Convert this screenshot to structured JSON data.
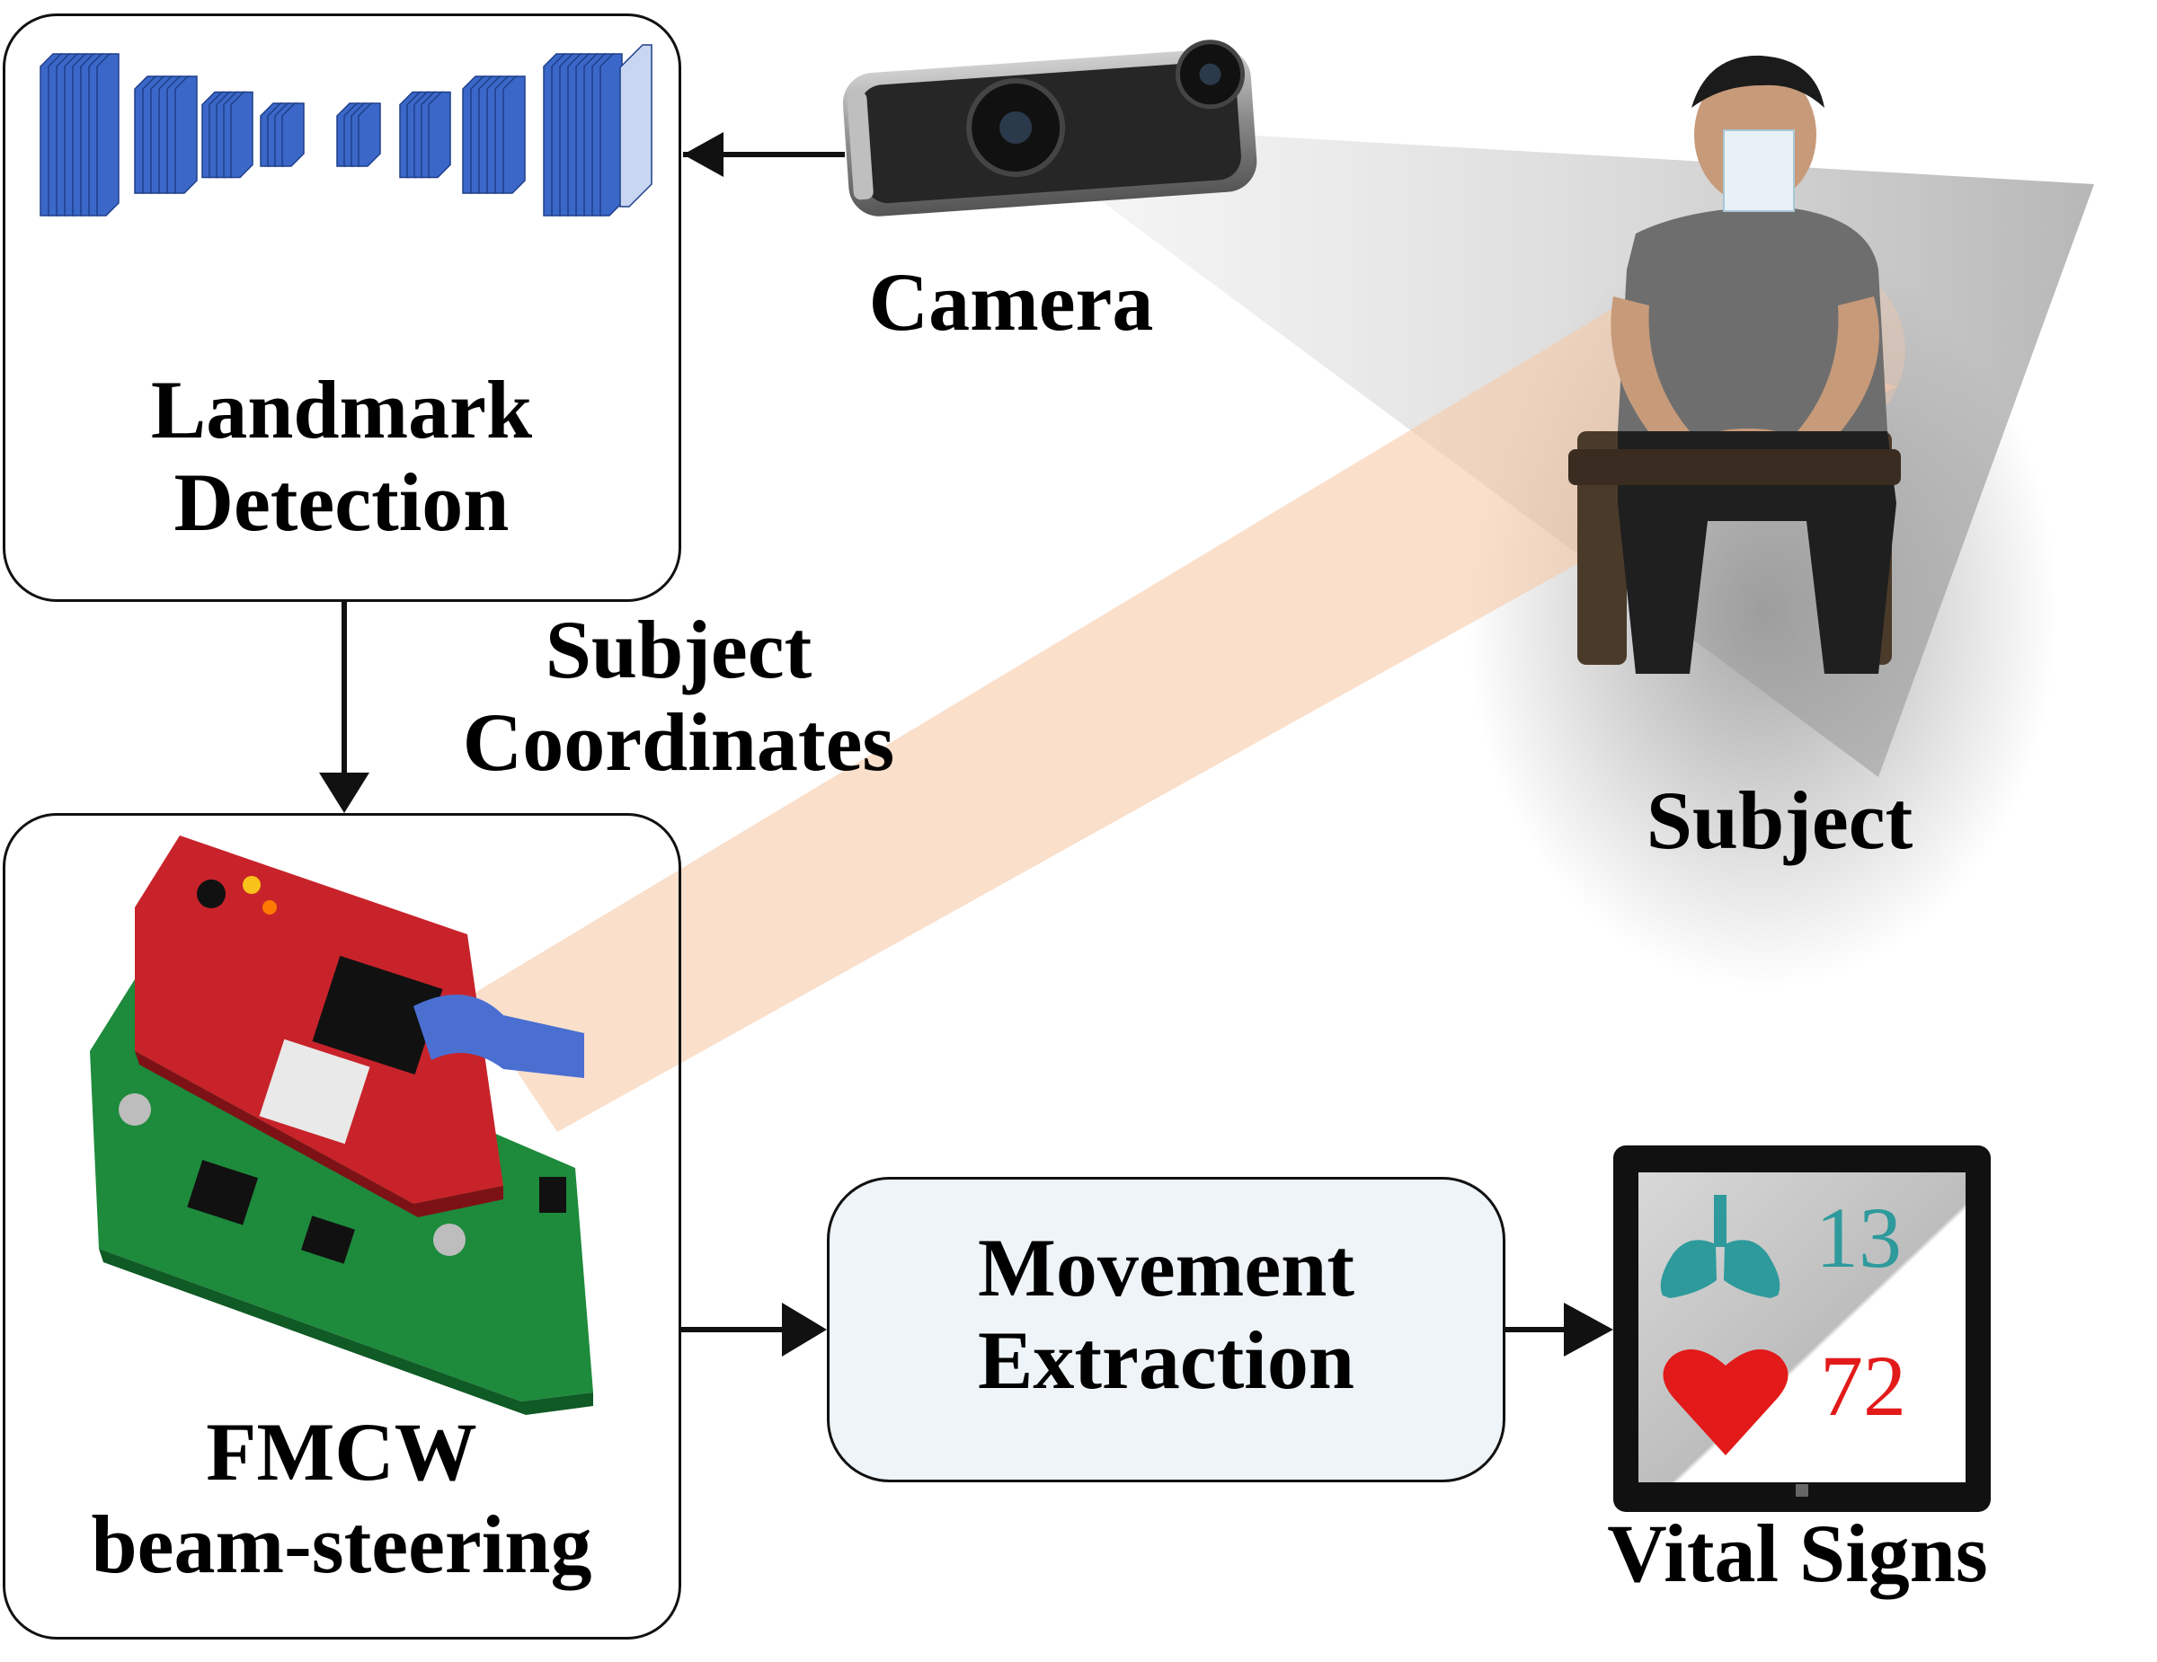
{
  "boxes": {
    "landmark": {
      "line1": "Landmark",
      "line2": "Detection"
    },
    "fmcw": {
      "line1": "FMCW",
      "line2": "beam-steering"
    },
    "movement": {
      "line1": "Movement",
      "line2": "Extraction"
    }
  },
  "labels": {
    "camera": "Camera",
    "subject_coords_1": "Subject",
    "subject_coords_2": "Coordinates",
    "subject": "Subject",
    "vital_signs": "Vital Signs"
  },
  "vitals": {
    "breathing_rate": "13",
    "heart_rate": "72"
  },
  "colors": {
    "nn_layer": "#3b68c8",
    "beam": "#f6c9a8",
    "fov": "#9a9a9a",
    "movement_fill": "#eef4f8",
    "breath": "#2e9a9c",
    "heart": "#e31a1a",
    "pcb_red": "#c8232a",
    "pcb_green": "#1e8a3c"
  },
  "icons": [
    "lungs-icon",
    "heart-icon"
  ]
}
